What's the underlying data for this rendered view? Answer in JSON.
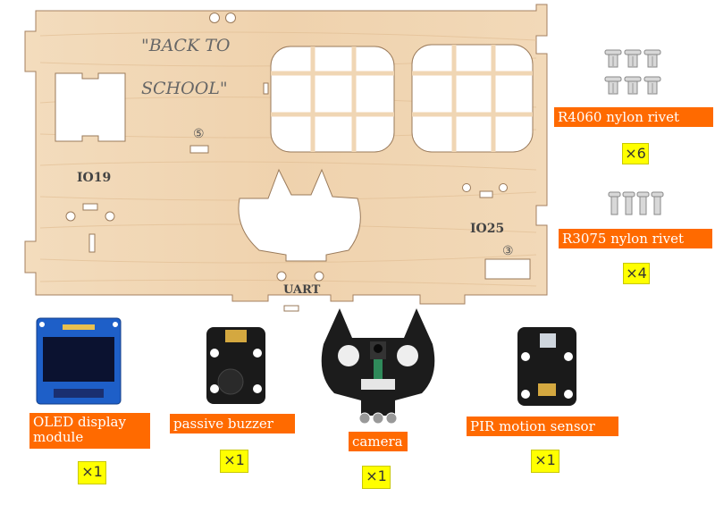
{
  "board": {
    "slogan_line1": "\"BACK TO",
    "slogan_line2": "SCHOOL\"",
    "pin_io19": "IO19",
    "pin_io25": "IO25",
    "pin_uart": "UART",
    "marker_5": "⑤",
    "marker_3": "③"
  },
  "parts": {
    "r4060": {
      "label": "R4060 nylon rivet",
      "qty": "×6"
    },
    "r3075": {
      "label": "R3075 nylon rivet",
      "qty": "×4"
    },
    "oled": {
      "label_line1": "OLED display",
      "label_line2": "module",
      "qty": "×1"
    },
    "buzzer": {
      "label": "passive buzzer",
      "qty": "×1"
    },
    "camera": {
      "label": "camera",
      "qty": "×1"
    },
    "pir": {
      "label": "PIR motion sensor",
      "qty": "×1"
    }
  },
  "colors": {
    "wood": "#f0d6b4",
    "label_bg": "#ff6a00",
    "qty_bg": "#ffff00",
    "pcb": "#1a1a1a"
  }
}
